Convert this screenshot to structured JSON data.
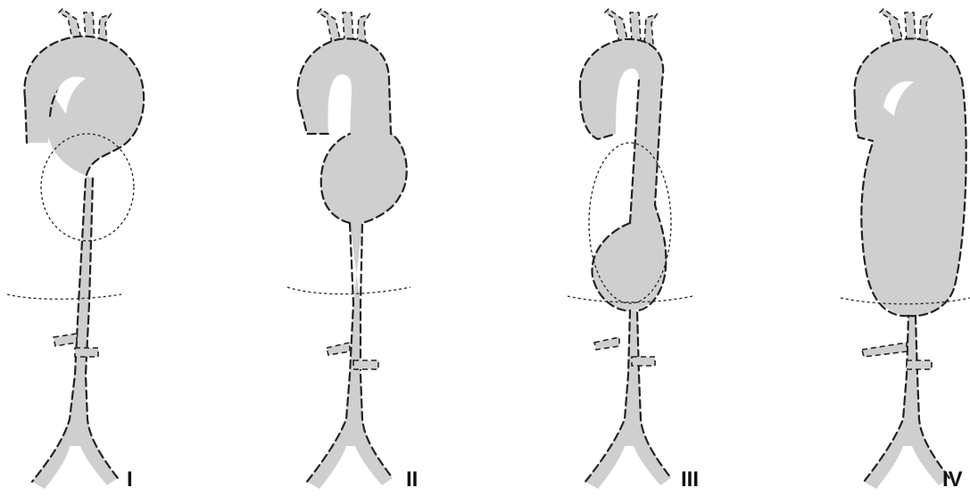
{
  "figure": {
    "panels": [
      {
        "label": "I"
      },
      {
        "label": "II"
      },
      {
        "label": "III"
      },
      {
        "label": "IV"
      }
    ],
    "colors": {
      "vessel_fill": "#cfcfcf",
      "outline": "#222222",
      "background": "#ffffff"
    }
  }
}
